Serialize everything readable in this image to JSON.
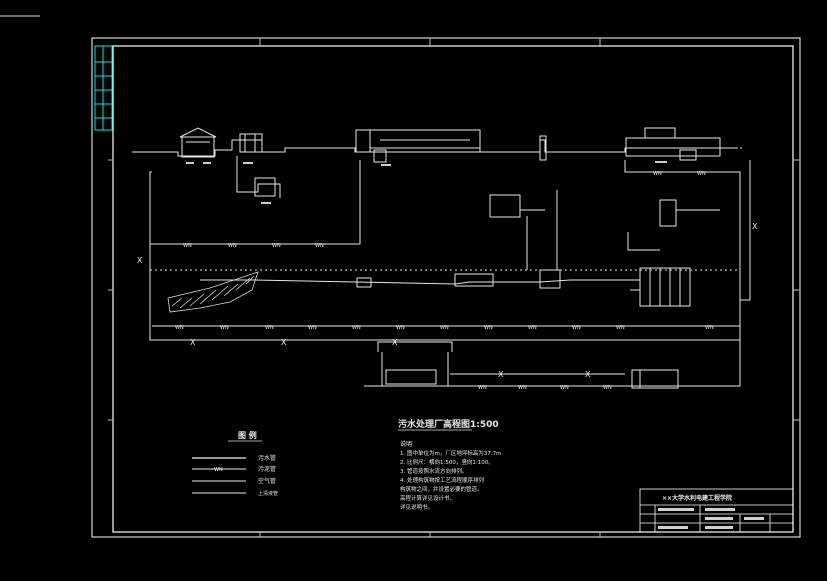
{
  "drawing": {
    "title": "污水处理厂高程图1:500",
    "legend": {
      "heading": "图 例",
      "items": [
        {
          "label": "污水管"
        },
        {
          "label": "污泥管",
          "line_mark": "WN"
        },
        {
          "label": "空气管"
        },
        {
          "label": "上清液管"
        }
      ]
    },
    "notes": {
      "heading": "说明",
      "lines": [
        "1. 图中单位为m，厂区地坪标高为37.7m",
        "2. 比例尺：横向1:500，竖向1:100。",
        "3. 管道按照水流方向排列。",
        "4. 处理构筑物按工艺流程顺序排列",
        "   构筑物之间，并设置必要的管道。",
        "   高程计算详见设计书，",
        "   详见说明书。"
      ]
    },
    "title_block": {
      "school": "××大学水利电建工程学院"
    },
    "pipe_marks": {
      "sludge": "WN",
      "cross": "X"
    }
  },
  "colors": {
    "background": "#000000",
    "frame": "#ffffff",
    "line": "#e6e6e6",
    "table_accent": "#00e5e5"
  }
}
